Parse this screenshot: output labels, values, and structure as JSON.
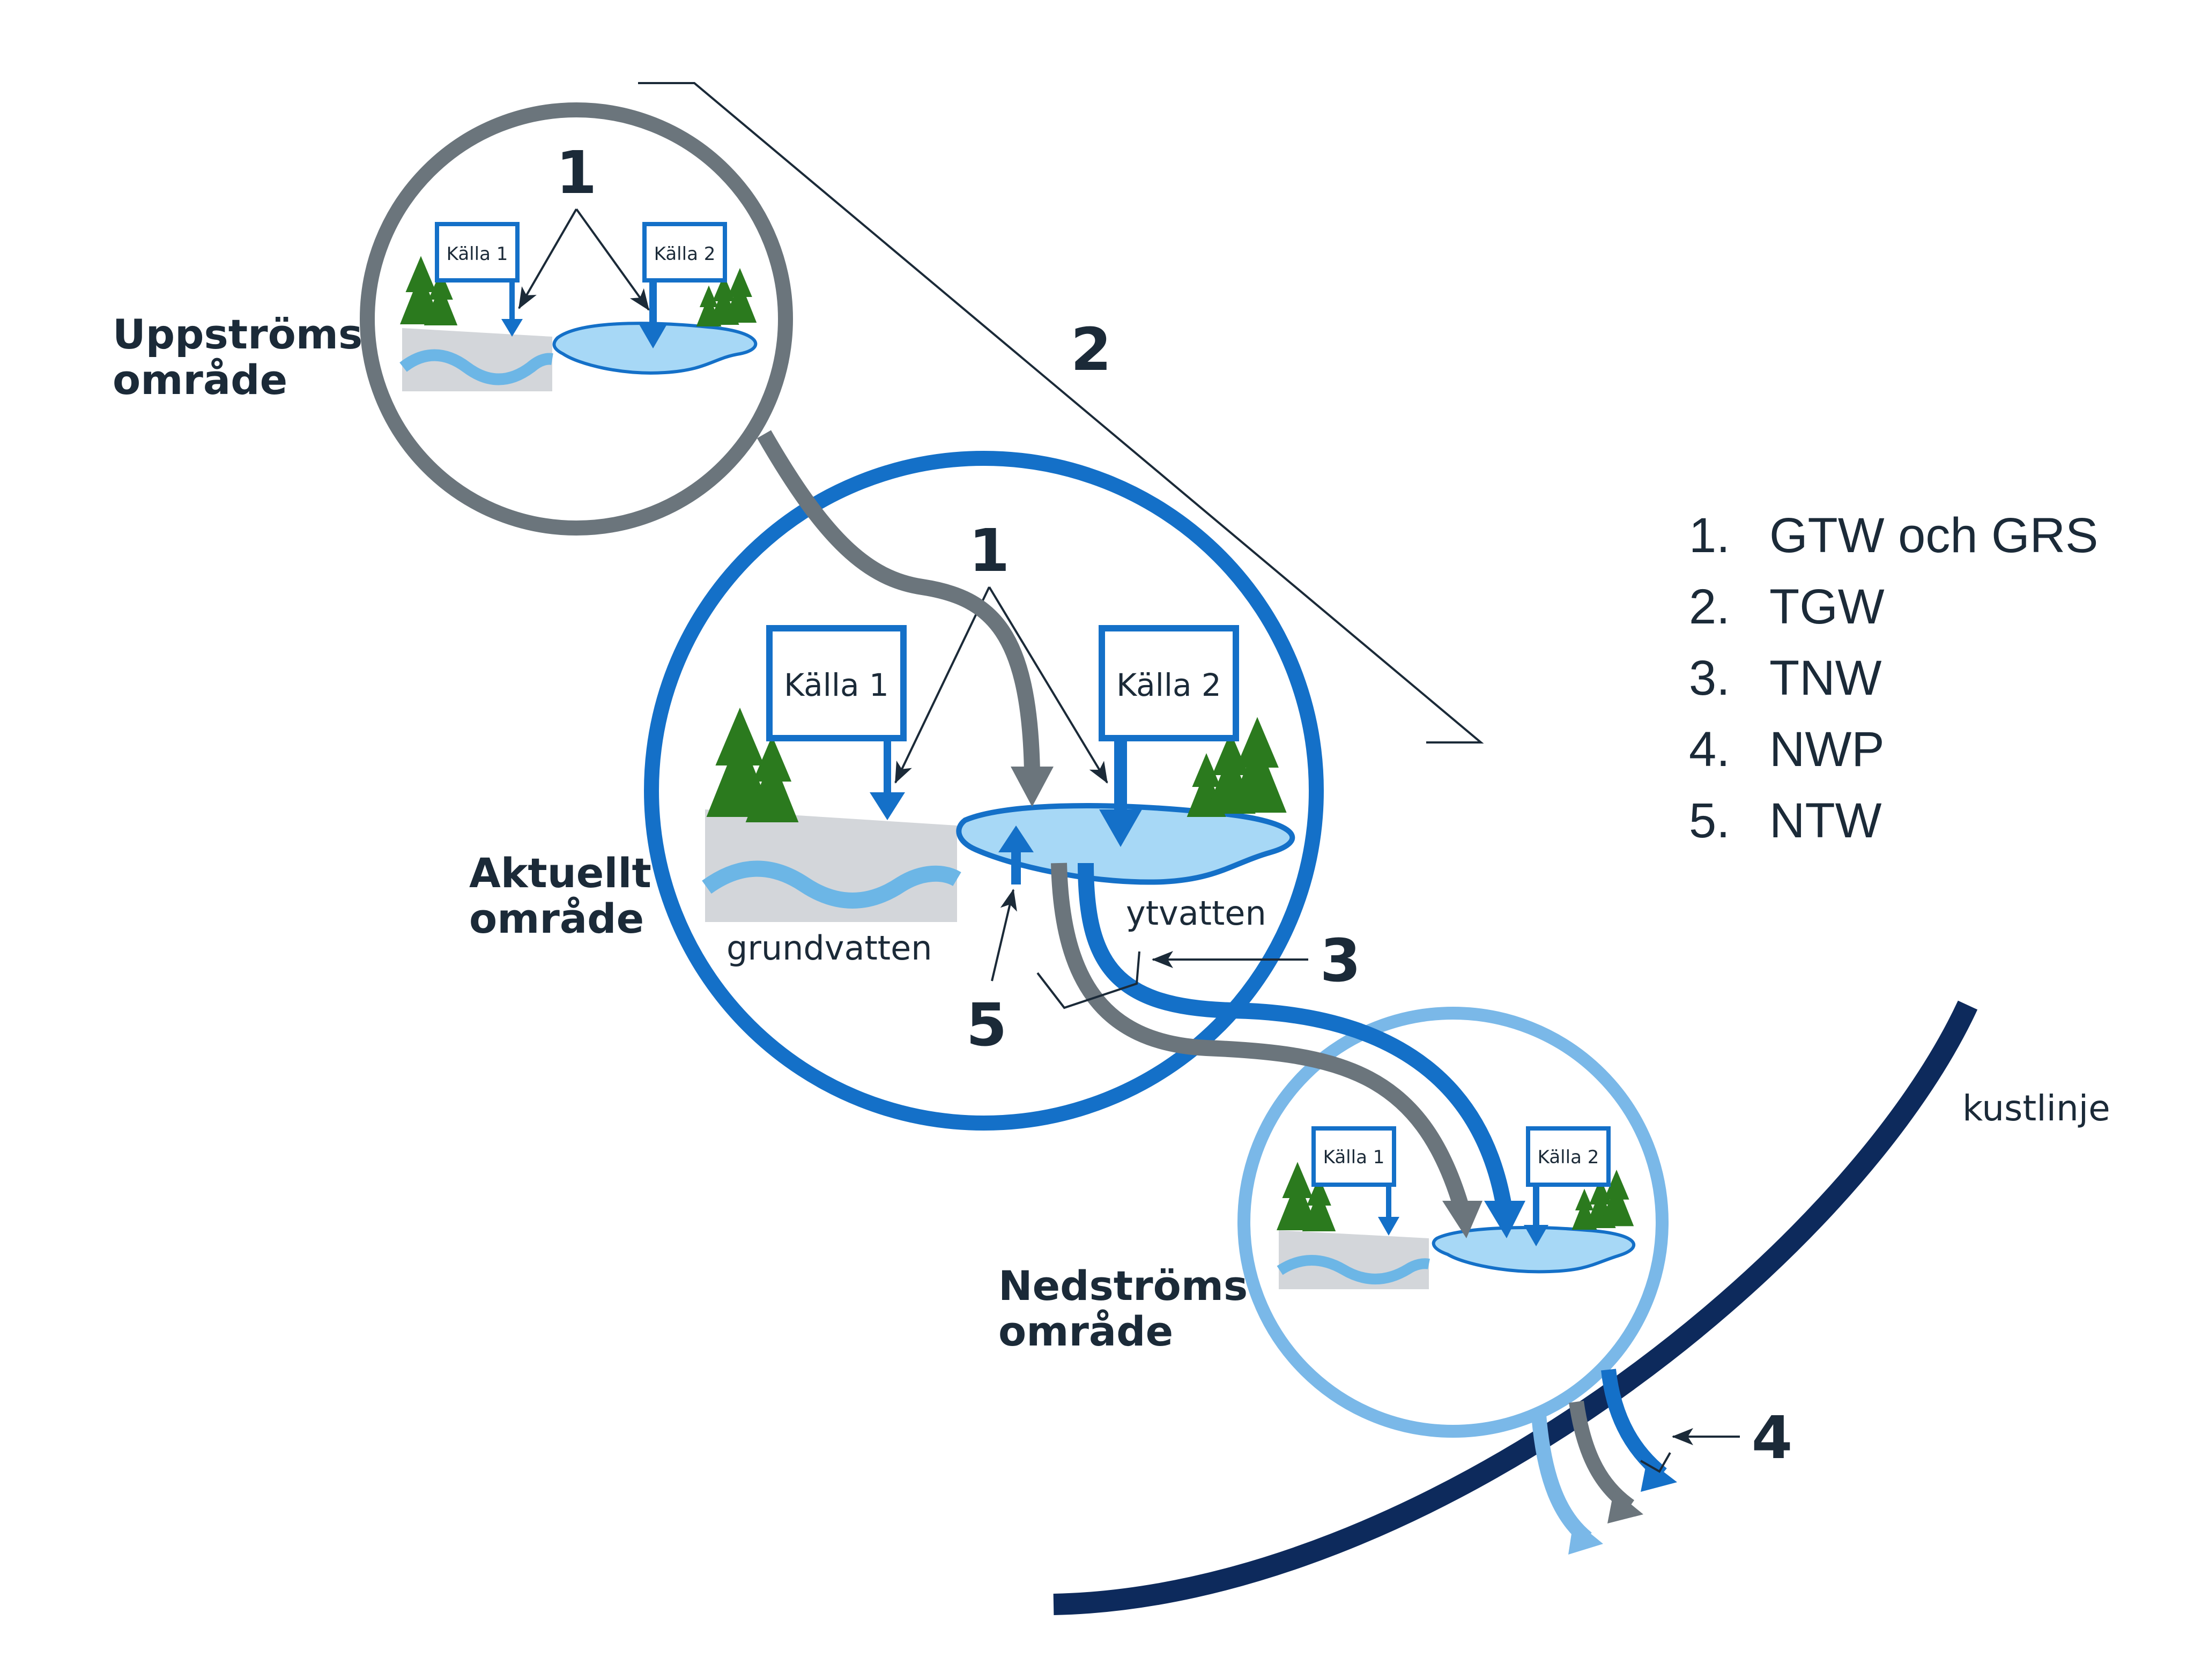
{
  "areas": {
    "upstream": {
      "line1": "Uppströms",
      "line2": "område"
    },
    "current": {
      "line1": "Aktuellt",
      "line2": "område"
    },
    "downstream": {
      "line1": "Nedströms",
      "line2": "område"
    }
  },
  "sources": {
    "source1": "Källa 1",
    "source2": "Källa 2"
  },
  "water": {
    "groundwater": "grundvatten",
    "surface": "ytvatten"
  },
  "coastline": "kustlinje",
  "callouts": {
    "n1": "1",
    "n2": "2",
    "n3": "3",
    "n4": "4",
    "n5": "5"
  },
  "legend": [
    {
      "num": "1.",
      "text": "GTW och GRS"
    },
    {
      "num": "2.",
      "text": "TGW"
    },
    {
      "num": "3.",
      "text": "TNW"
    },
    {
      "num": "4.",
      "text": "NWP"
    },
    {
      "num": "5.",
      "text": "NTW"
    }
  ],
  "colors": {
    "upstream_ring": "#6b757c",
    "current_ring": "#1470c8",
    "downstream_ring": "#7ab8e8",
    "coastline": "#0d2a5c",
    "lake": "#a7d8f6",
    "ground": "#d3d6da",
    "wave": "#6cb6e6",
    "tree": "#2b7a1e",
    "gray_flow": "#6b757c",
    "blue_flow": "#1470c8",
    "light_flow": "#7ab8e8"
  }
}
